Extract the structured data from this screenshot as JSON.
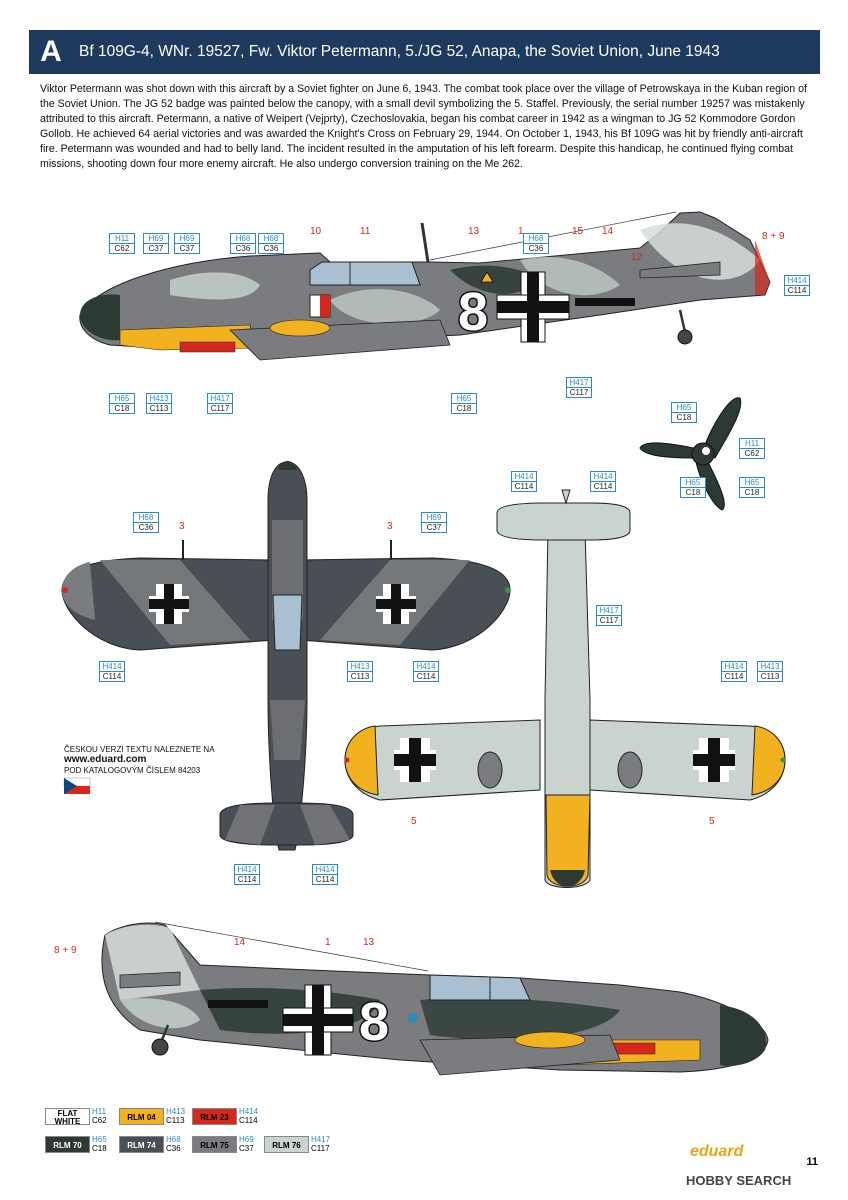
{
  "header": {
    "letter": "A",
    "title": "Bf 109G-4, WNr. 19527, Fw. Viktor Petermann, 5./JG 52, Anapa, the Soviet Union, June 1943"
  },
  "description": "Viktor Petermann was shot down with this aircraft by a Soviet fighter on June 6, 1943. The combat took place over the village of Petrowskaya in the Kuban region of the Soviet Union. The JG 52 badge was painted below the canopy, with a small devil symbolizing the 5. Staffel. Previously, the serial number 19257 was mistakenly attributed to this aircraft. Petermann, a native of Weipert (Vejprty), Czechoslovakia, began his combat career in 1942 as a wingman to JG 52 Kommodore Gordon Gollob. He achieved 64 aerial victories and was awarded the Knight's Cross on February 29, 1944. On October 1, 1943, his Bf 109G was hit by friendly anti-aircraft fire. Petermann was wounded and had to belly land. The incident resulted in the amputation of his left forearm. Despite this handicap, he continued flying combat missions, shooting down four more enemy aircraft. He also undergo conversion training on the Me 262.",
  "callouts": [
    {
      "h": "H11",
      "c": "C62"
    },
    {
      "h": "H69",
      "c": "C37"
    },
    {
      "h": "H69",
      "c": "C37"
    },
    {
      "h": "H68",
      "c": "C36"
    },
    {
      "h": "H68",
      "c": "C36"
    },
    {
      "h": "H68",
      "c": "C36"
    },
    {
      "h": "H414",
      "c": "C114"
    },
    {
      "h": "H65",
      "c": "C18"
    },
    {
      "h": "H413",
      "c": "C113"
    },
    {
      "h": "H417",
      "c": "C117"
    },
    {
      "h": "H65",
      "c": "C18"
    },
    {
      "h": "H417",
      "c": "C117"
    },
    {
      "h": "H65",
      "c": "C18"
    },
    {
      "h": "H11",
      "c": "C62"
    },
    {
      "h": "H65",
      "c": "C18"
    },
    {
      "h": "H65",
      "c": "C18"
    },
    {
      "h": "H414",
      "c": "C114"
    },
    {
      "h": "H414",
      "c": "C114"
    },
    {
      "h": "H68",
      "c": "C36"
    },
    {
      "h": "H69",
      "c": "C37"
    },
    {
      "h": "H417",
      "c": "C117"
    },
    {
      "h": "H414",
      "c": "C114"
    },
    {
      "h": "H413",
      "c": "C113"
    },
    {
      "h": "H414",
      "c": "C114"
    },
    {
      "h": "H414",
      "c": "C114"
    },
    {
      "h": "H413",
      "c": "C113"
    },
    {
      "h": "H414",
      "c": "C114"
    },
    {
      "h": "H414",
      "c": "C114"
    }
  ],
  "numbers": [
    "10",
    "11",
    "13",
    "1",
    "15",
    "14",
    "8 + 9",
    "12",
    "3",
    "3",
    "5",
    "5",
    "8 + 9",
    "14",
    "1",
    "13"
  ],
  "fuselage_code": "8",
  "czech_note": {
    "line1": "ČESKOU VERZI TEXTU NALEZNETE NA",
    "website": "www.eduard.com",
    "line3": "POD KATALOGOVÝM ČÍSLEM 84203"
  },
  "legend": [
    {
      "name": "FLAT WHITE",
      "h": "H11",
      "c": "C62",
      "color": "#ffffff",
      "text": "#000000"
    },
    {
      "name": "RLM 04",
      "h": "H413",
      "c": "C113",
      "color": "#f2b11e",
      "text": "#000000"
    },
    {
      "name": "RLM 23",
      "h": "H414",
      "c": "C114",
      "color": "#d3281b",
      "text": "#000000"
    },
    {
      "name": "RLM 70",
      "h": "H65",
      "c": "C18",
      "color": "#2c3a33",
      "text": "#ffffff"
    },
    {
      "name": "RLM 74",
      "h": "H68",
      "c": "C36",
      "color": "#4a4f55",
      "text": "#ffffff"
    },
    {
      "name": "RLM 75",
      "h": "H69",
      "c": "C37",
      "color": "#7b7c80",
      "text": "#000000"
    },
    {
      "name": "RLM 76",
      "h": "H417",
      "c": "C117",
      "color": "#c9d4cf",
      "text": "#000000"
    }
  ],
  "brand": "eduard",
  "page_number": "11",
  "watermark": "HOBBY SEARCH"
}
